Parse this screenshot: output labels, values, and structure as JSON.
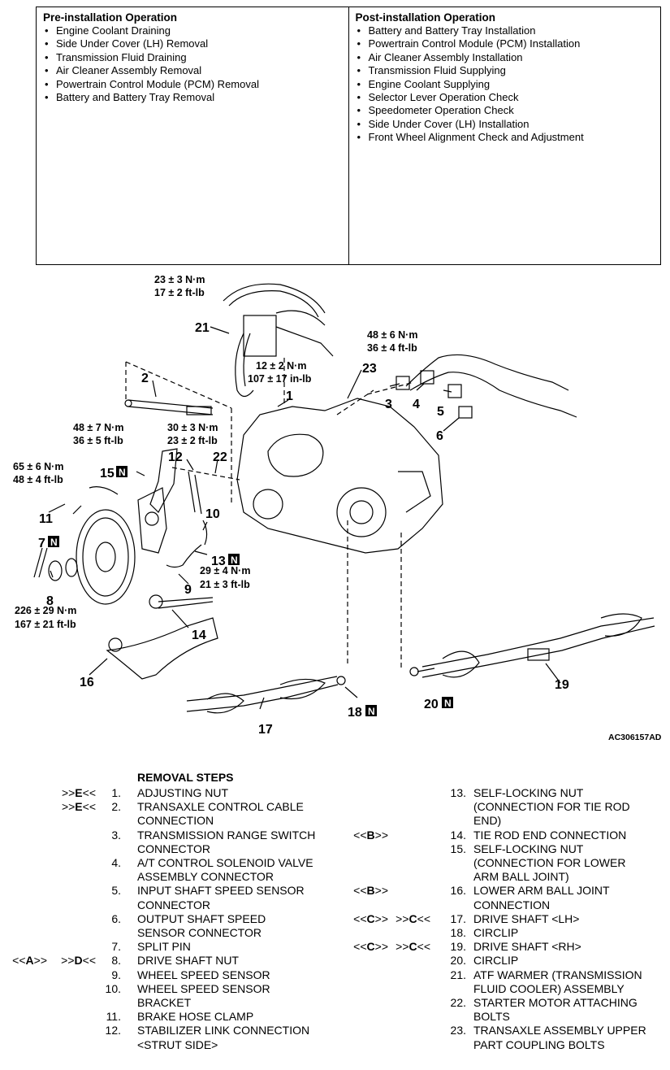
{
  "pre_installation": {
    "heading": "Pre-installation Operation",
    "items": [
      "Engine Coolant Draining",
      "Side Under Cover (LH) Removal",
      "Transmission Fluid Draining",
      "Air Cleaner Assembly Removal",
      "Powertrain Control Module (PCM) Removal",
      "Battery and Battery Tray Removal"
    ]
  },
  "post_installation": {
    "heading": "Post-installation Operation",
    "items": [
      "Battery and Battery Tray Installation",
      "Powertrain Control Module (PCM) Installation",
      "Air Cleaner Assembly Installation",
      "Transmission Fluid Supplying",
      "Engine Coolant Supplying",
      "Selector Lever Operation Check",
      "Speedometer Operation Check",
      "Side Under Cover (LH) Installation",
      "Front Wheel Alignment Check and Adjustment"
    ]
  },
  "figure": {
    "code": "AC306157AD",
    "callouts": [
      "1",
      "2",
      "3",
      "4",
      "5",
      "6",
      "7",
      "8",
      "9",
      "10",
      "11",
      "12",
      "13",
      "14",
      "15",
      "16",
      "17",
      "18",
      "19",
      "20",
      "21",
      "22",
      "23"
    ],
    "new_part_mark": "N",
    "torques": {
      "t1": [
        "23 ± 3 N·m",
        "17 ± 2 ft-lb"
      ],
      "t2": [
        "12 ± 2 N·m",
        "107 ± 17 in-lb"
      ],
      "t3": [
        "48 ± 6 N·m",
        "36 ± 4 ft-lb"
      ],
      "t4": [
        "48 ± 7 N·m",
        "36 ± 5 ft-lb"
      ],
      "t5": [
        "30 ± 3 N·m",
        "23 ± 2 ft-lb"
      ],
      "t6": [
        "65 ± 6 N·m",
        "48 ± 4 ft-lb"
      ],
      "t7": [
        "29 ± 4 N·m",
        "21 ± 3 ft-lb"
      ],
      "t8": [
        "226 ± 29 N·m",
        "167 ± 21 ft-lb"
      ]
    }
  },
  "removal": {
    "title": "REMOVAL STEPS",
    "left": [
      {
        "tag1": "",
        "tag2": ">>E<<",
        "num": "1.",
        "lines": [
          "ADJUSTING NUT"
        ]
      },
      {
        "tag1": "",
        "tag2": ">>E<<",
        "num": "2.",
        "lines": [
          "TRANSAXLE CONTROL CABLE",
          "CONNECTION"
        ]
      },
      {
        "tag1": "",
        "tag2": "",
        "num": "3.",
        "lines": [
          "TRANSMISSION RANGE SWITCH",
          "CONNECTOR"
        ]
      },
      {
        "tag1": "",
        "tag2": "",
        "num": "4.",
        "lines": [
          "A/T CONTROL SOLENOID VALVE",
          "ASSEMBLY CONNECTOR"
        ]
      },
      {
        "tag1": "",
        "tag2": "",
        "num": "5.",
        "lines": [
          "INPUT SHAFT SPEED SENSOR",
          "CONNECTOR"
        ]
      },
      {
        "tag1": "",
        "tag2": "",
        "num": "6.",
        "lines": [
          "OUTPUT SHAFT SPEED",
          "SENSOR CONNECTOR"
        ]
      },
      {
        "tag1": "",
        "tag2": "",
        "num": "7.",
        "lines": [
          "SPLIT PIN"
        ]
      },
      {
        "tag1": "<<A>>",
        "tag2": ">>D<<",
        "num": "8.",
        "lines": [
          "DRIVE SHAFT NUT"
        ]
      },
      {
        "tag1": "",
        "tag2": "",
        "num": "9.",
        "lines": [
          "WHEEL SPEED SENSOR"
        ]
      },
      {
        "tag1": "",
        "tag2": "",
        "num": "10.",
        "lines": [
          "WHEEL SPEED SENSOR",
          "BRACKET"
        ]
      },
      {
        "tag1": "",
        "tag2": "",
        "num": "11.",
        "lines": [
          "BRAKE HOSE CLAMP"
        ]
      },
      {
        "tag1": "",
        "tag2": "",
        "num": "12.",
        "lines": [
          "STABILIZER LINK CONNECTION",
          "<STRUT SIDE>"
        ]
      }
    ],
    "right": [
      {
        "tag1": "",
        "tag2": "",
        "num": "13.",
        "lines": [
          "SELF-LOCKING NUT",
          "(CONNECTION FOR TIE ROD",
          "END)"
        ]
      },
      {
        "tag1": "<<B>>",
        "tag2": "",
        "num": "14.",
        "lines": [
          "TIE ROD END CONNECTION"
        ]
      },
      {
        "tag1": "",
        "tag2": "",
        "num": "15.",
        "lines": [
          "SELF-LOCKING NUT",
          "(CONNECTION FOR LOWER",
          "ARM BALL JOINT)"
        ]
      },
      {
        "tag1": "<<B>>",
        "tag2": "",
        "num": "16.",
        "lines": [
          "LOWER ARM BALL JOINT",
          "CONNECTION"
        ]
      },
      {
        "tag1": "<<C>>",
        "tag2": ">>C<<",
        "num": "17.",
        "lines": [
          "DRIVE SHAFT <LH>"
        ]
      },
      {
        "tag1": "",
        "tag2": "",
        "num": "18.",
        "lines": [
          "CIRCLIP"
        ]
      },
      {
        "tag1": "<<C>>",
        "tag2": ">>C<<",
        "num": "19.",
        "lines": [
          "DRIVE SHAFT <RH>"
        ]
      },
      {
        "tag1": "",
        "tag2": "",
        "num": "20.",
        "lines": [
          "CIRCLIP"
        ]
      },
      {
        "tag1": "",
        "tag2": "",
        "num": "21.",
        "lines": [
          "ATF WARMER (TRANSMISSION",
          "FLUID COOLER) ASSEMBLY"
        ]
      },
      {
        "tag1": "",
        "tag2": "",
        "num": "22.",
        "lines": [
          "STARTER MOTOR ATTACHING",
          "BOLTS"
        ]
      },
      {
        "tag1": "",
        "tag2": "",
        "num": "23.",
        "lines": [
          "TRANSAXLE ASSEMBLY UPPER",
          "PART COUPLING BOLTS"
        ]
      }
    ]
  }
}
